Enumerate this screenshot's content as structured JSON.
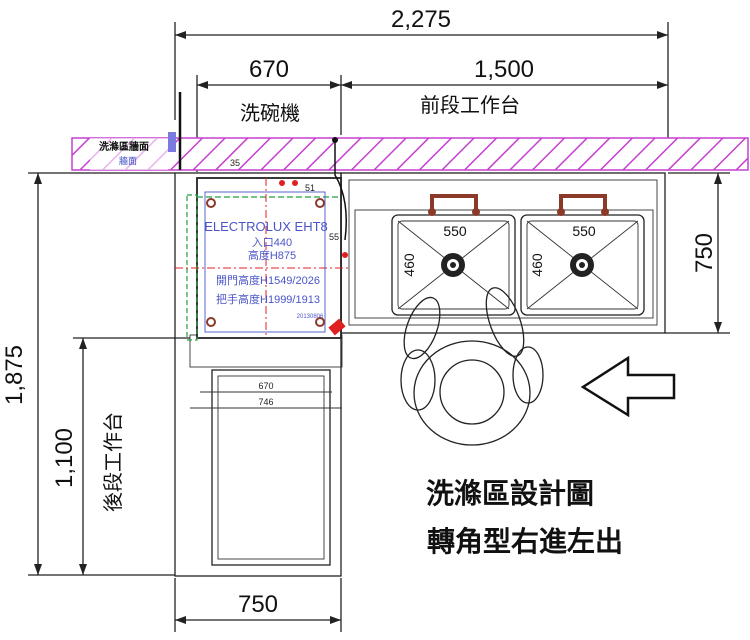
{
  "dimensions": {
    "total_width": "2,275",
    "dishwasher_width": "670",
    "front_bench_width": "1,500",
    "total_depth": "1,875",
    "rear_bench_depth": "1,100",
    "bench_depth_right": "750",
    "bench_width_bottom": "750",
    "sink1_width": "550",
    "sink1_depth": "460",
    "sink2_width": "550",
    "sink2_depth": "460",
    "inner_670": "670",
    "inner_746": "746",
    "small_35": "35",
    "small_51": "51",
    "small_55": "55"
  },
  "labels": {
    "dishwasher": "洗碗機",
    "front_bench": "前段工作台",
    "rear_bench": "後段工作台",
    "wall_note_1": "洗滌區牆面",
    "wall_note_2": "牆面"
  },
  "machine": {
    "model": "ELECTROLUX EHT8",
    "inlet": "入口440",
    "height": "高度H875",
    "door_height": "開門高度H1549/2026",
    "handle_height": "把手高度H1999/1913",
    "date": "20130806"
  },
  "title": {
    "line1": "洗滌區設計圖",
    "line2": "轉角型右進左出"
  },
  "colors": {
    "hatch": "#c640d0",
    "blueprint_text": "#4a55c8",
    "guide_red": "#e02020",
    "guide_green": "#20a040",
    "faucet_brown": "#8b3a2a"
  }
}
